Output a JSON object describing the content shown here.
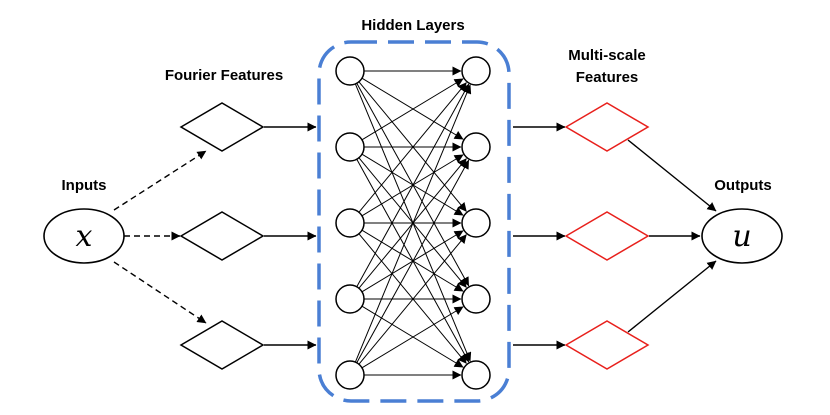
{
  "labels": {
    "inputs": "Inputs",
    "fourier": "Fourier Features",
    "hidden": "Hidden Layers",
    "multiscale_line1": "Multi-scale",
    "multiscale_line2": "Features",
    "outputs": "Outputs"
  },
  "input_var": "x",
  "output_var": "u",
  "colors": {
    "stroke": "#000000",
    "hidden_box": "#4a7fd4",
    "multiscale": "#e8201c"
  },
  "structure": {
    "fourier_feature_count": 3,
    "hidden_layers": 2,
    "neurons_per_layer": 5,
    "multiscale_feature_count": 3,
    "connections": "fully-connected"
  }
}
